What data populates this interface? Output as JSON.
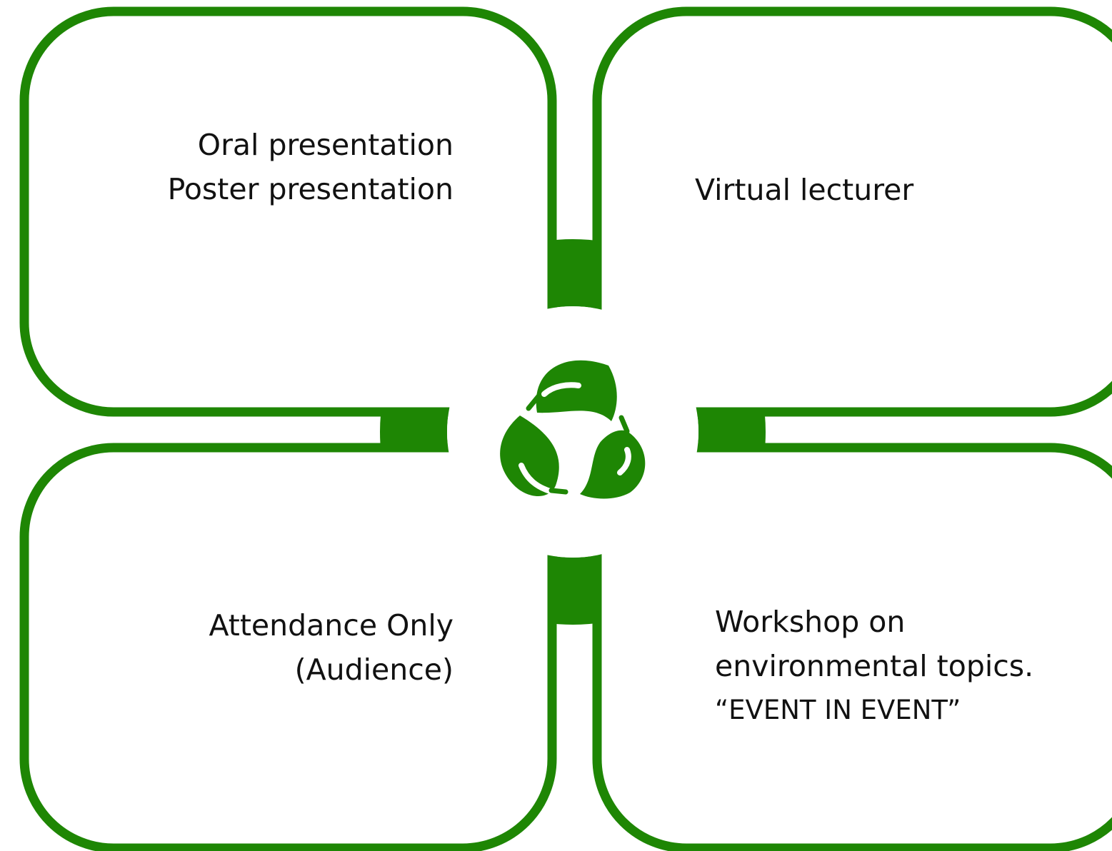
{
  "theme": {
    "accent": "#1e8604",
    "background": "#ffffff",
    "text": "#111111"
  },
  "center_icon": "recycle-leaves-icon",
  "cards": {
    "top_left": {
      "lines": [
        "Oral presentation",
        "Poster presentation"
      ]
    },
    "top_right": {
      "lines": [
        "Virtual lecturer"
      ]
    },
    "bottom_left": {
      "lines": [
        "Attendance Only",
        "(Audience)"
      ]
    },
    "bottom_right": {
      "lines": [
        "Workshop on",
        "environmental topics.",
        "“EVENT IN EVENT”"
      ]
    }
  }
}
